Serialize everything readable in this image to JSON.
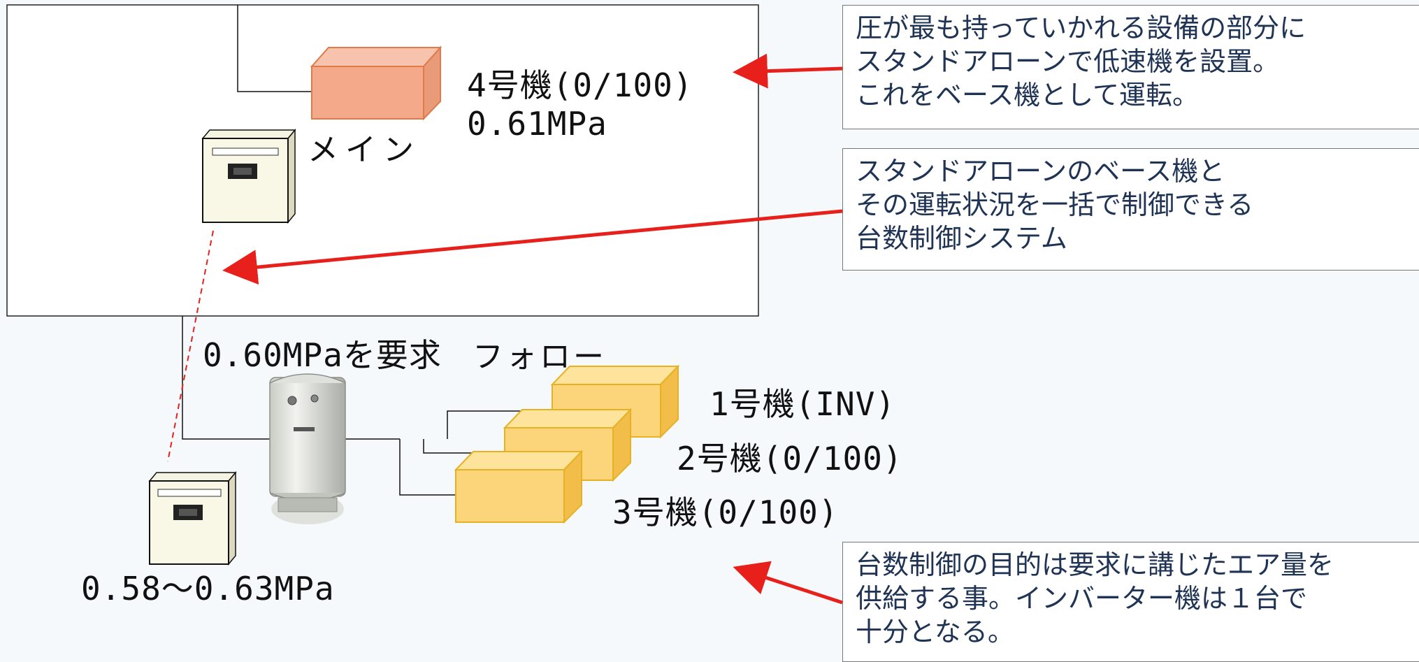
{
  "labels": {
    "unit4": "4号機(0/100)",
    "unit4_pressure": "0.61MPa",
    "main_controller": "メイン",
    "demand": "0.60MPaを要求",
    "follow": "フォロー",
    "unit1": "1号機(INV)",
    "unit2": "2号機(0/100)",
    "unit3": "3号機(0/100)",
    "range": "0.58〜0.63MPa"
  },
  "notes": [
    {
      "lines": [
        "圧が最も持っていかれる設備の部分に",
        "スタンドアローンで低速機を設置。",
        "これをベース機として運転。"
      ]
    },
    {
      "lines": [
        "スタンドアローンのベース機と",
        "その運転状況を一括で制御できる",
        "台数制御システム"
      ]
    },
    {
      "lines": [
        "台数制御の目的は要求に講じたエア量を",
        "供給する事。インバーター機は１台で",
        "十分となる。"
      ]
    }
  ],
  "colors": {
    "unit4_fill": "#f4a98a",
    "unit_fill": "#fcd57a",
    "arrow": "#e8201c"
  }
}
